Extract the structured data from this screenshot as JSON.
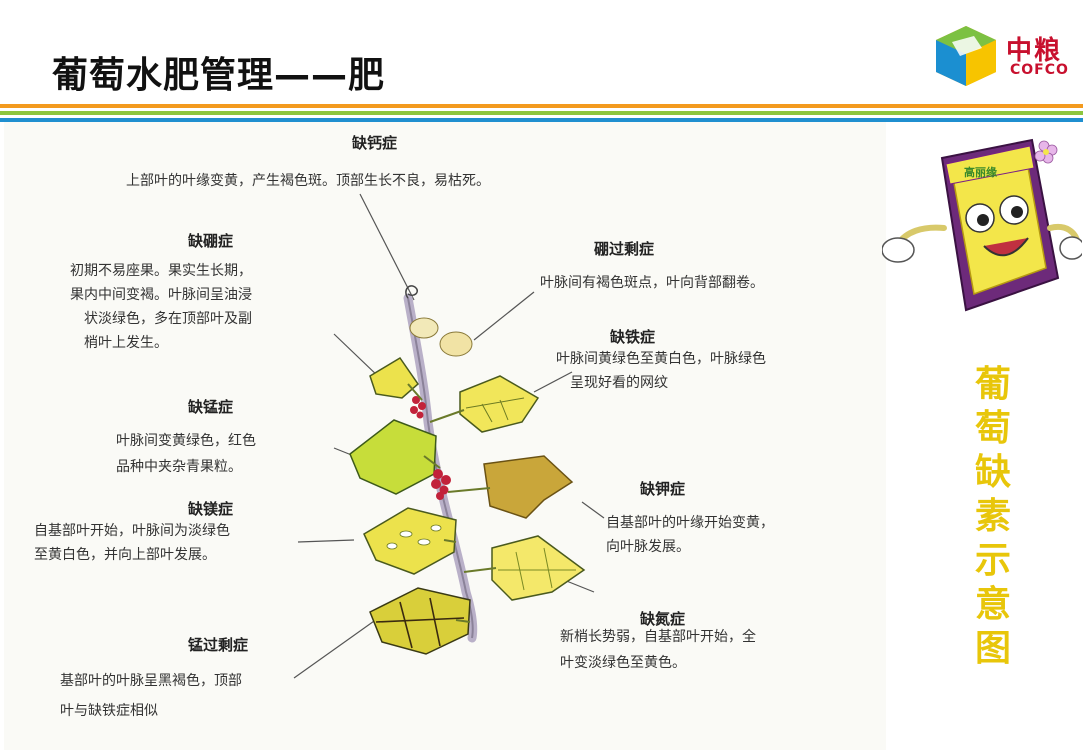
{
  "title": "葡萄水肥管理——肥",
  "logo": {
    "cn": "中粮",
    "en": "COFCO"
  },
  "side_title": "葡萄缺素示意图",
  "mascot_label": "高丽缘",
  "labels": [
    {
      "id": "ca",
      "heading": "缺钙症",
      "lines": [
        "上部叶的叶缘变黄，产生褐色斑。顶部生长不良，易枯死。"
      ]
    },
    {
      "id": "b",
      "heading": "缺硼症",
      "lines": [
        "初期不易座果。果实生长期，",
        "果内中间变褐。叶脉间呈油浸",
        "状淡绿色，多在顶部叶及副",
        "梢叶上发生。"
      ]
    },
    {
      "id": "b_excess",
      "heading": "硼过剩症",
      "lines": [
        "叶脉间有褐色斑点，叶向背部翻卷。"
      ]
    },
    {
      "id": "fe",
      "heading": "缺铁症",
      "lines": [
        "叶脉间黄绿色至黄白色，叶脉绿色",
        "呈现好看的网纹"
      ]
    },
    {
      "id": "mn",
      "heading": "缺锰症",
      "lines": [
        "叶脉间变黄绿色，红色",
        "品种中夹杂青果粒。"
      ]
    },
    {
      "id": "mg",
      "heading": "缺镁症",
      "lines": [
        "自基部叶开始，叶脉间为淡绿色",
        "至黄白色，并向上部叶发展。"
      ]
    },
    {
      "id": "k",
      "heading": "缺钾症",
      "lines": [
        "自基部叶的叶缘开始变黄，",
        "向叶脉发展。"
      ]
    },
    {
      "id": "n",
      "heading": "缺氮症",
      "lines": [
        "新梢长势弱，自基部叶开始，全",
        "叶变淡绿色至黄色。"
      ]
    },
    {
      "id": "mn_excess",
      "heading": "锰过剩症",
      "lines": [
        "基部叶的叶脉呈黑褐色，顶部",
        "叶与缺铁症相似"
      ]
    }
  ],
  "colors": {
    "side_title": "#e8c60a",
    "logo_red": "#c8102e",
    "leaf_yellow": "#ece24c",
    "leaf_olive": "#c9a63a",
    "leaf_green": "#c7dd3a",
    "grape_red": "#c2223a",
    "stripe_orange": "#f39a1e",
    "stripe_green": "#8cc63f",
    "stripe_blue": "#1f8fd0"
  },
  "icons": [
    "cofco-cube-icon",
    "grape-vine-illustration",
    "mascot-icon"
  ]
}
